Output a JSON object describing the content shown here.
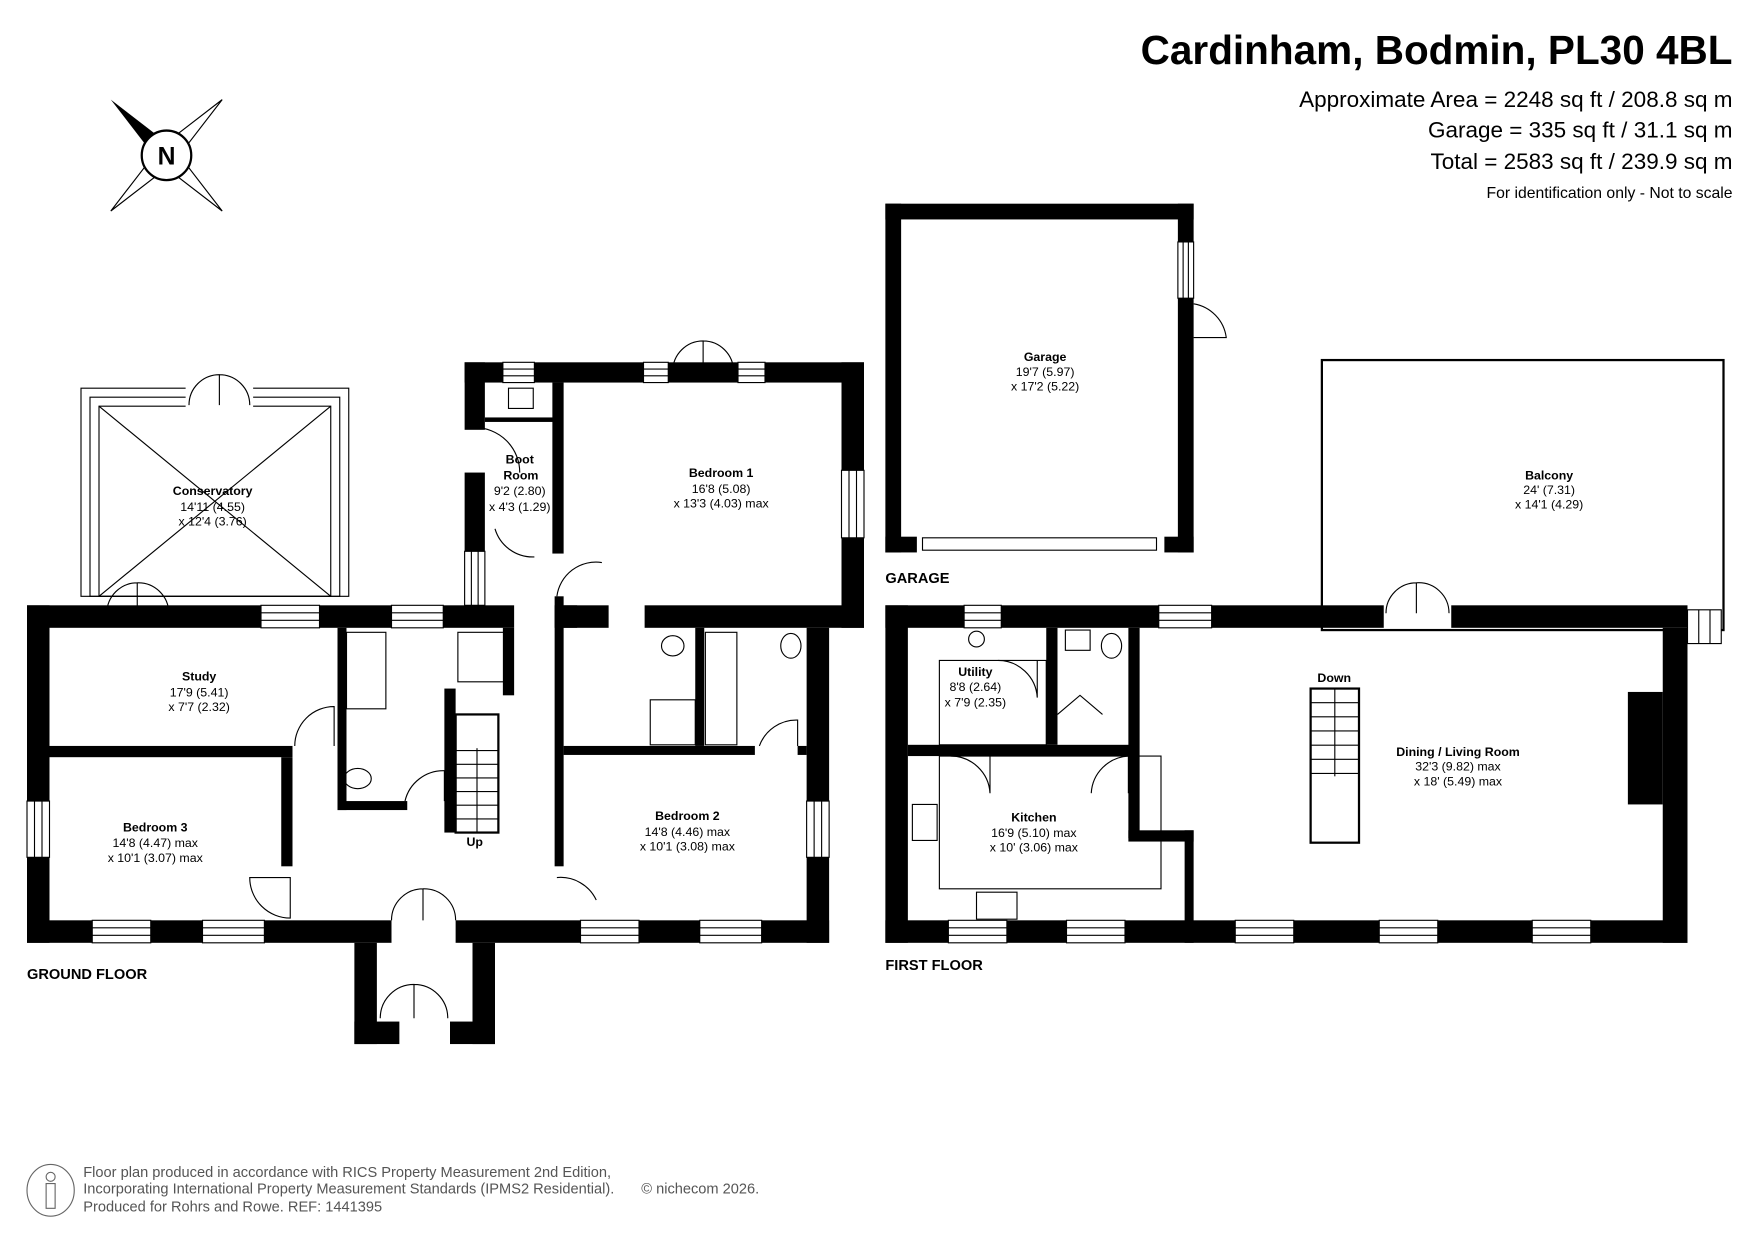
{
  "header": {
    "title": "Cardinham, Bodmin, PL30 4BL",
    "approx_area": "Approximate Area = 2248 sq ft / 208.8 sq m",
    "garage_area": "Garage = 335 sq ft / 31.1 sq m",
    "total_area": "Total = 2583 sq ft / 239.9 sq m",
    "disclaimer": "For identification only - Not to scale"
  },
  "compass": {
    "label": "N"
  },
  "floors": {
    "ground": "GROUND FLOOR",
    "first": "FIRST FLOOR",
    "garage": "GARAGE"
  },
  "rooms": {
    "conservatory": {
      "name": "Conservatory",
      "dim1": "14'11 (4.55)",
      "dim2": "x 12'4 (3.76)"
    },
    "boot_room": {
      "name1": "Boot",
      "name2": "Room",
      "dim1": "9'2 (2.80)",
      "dim2": "x 4'3 (1.29)"
    },
    "bedroom1": {
      "name": "Bedroom 1",
      "dim1": "16'8 (5.08)",
      "dim2": "x 13'3 (4.03) max"
    },
    "study": {
      "name": "Study",
      "dim1": "17'9 (5.41)",
      "dim2": "x 7'7 (2.32)"
    },
    "bedroom3": {
      "name": "Bedroom 3",
      "dim1": "14'8 (4.47) max",
      "dim2": "x 10'1 (3.07) max"
    },
    "bedroom2": {
      "name": "Bedroom 2",
      "dim1": "14'8 (4.46) max",
      "dim2": "x 10'1 (3.08) max"
    },
    "garage": {
      "name": "Garage",
      "dim1": "19'7 (5.97)",
      "dim2": "x 17'2 (5.22)"
    },
    "balcony": {
      "name": "Balcony",
      "dim1": "24' (7.31)",
      "dim2": "x 14'1 (4.29)"
    },
    "utility": {
      "name": "Utility",
      "dim1": "8'8 (2.64)",
      "dim2": "x 7'9 (2.35)"
    },
    "kitchen": {
      "name": "Kitchen",
      "dim1": "16'9 (5.10) max",
      "dim2": "x 10' (3.06) max"
    },
    "dining": {
      "name": "Dining / Living Room",
      "dim1": "32'3 (9.82) max",
      "dim2": "x 18' (5.49) max"
    }
  },
  "stairs": {
    "up": "Up",
    "down": "Down"
  },
  "footer": {
    "line1": "Floor plan produced in accordance with RICS Property Measurement 2nd Edition,",
    "line2": "Incorporating International Property Measurement Standards (IPMS2 Residential).",
    "copyright": "© nichecom 2026.",
    "line3": "Produced for Rohrs and Rowe.   REF: 1441395"
  }
}
